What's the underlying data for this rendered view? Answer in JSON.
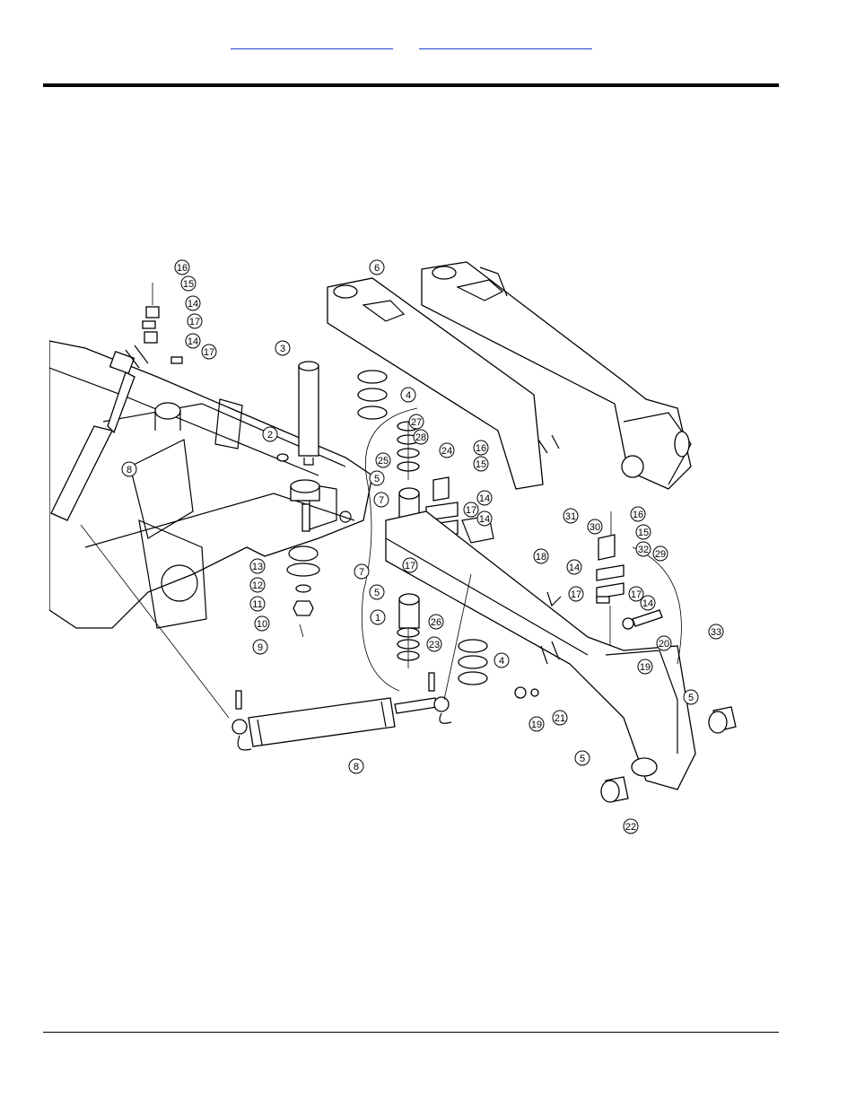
{
  "header": {
    "links": [
      {
        "label": ""
      },
      {
        "label": ""
      }
    ]
  },
  "diagram": {
    "callouts": [
      {
        "id": "c16a",
        "num": "16"
      },
      {
        "id": "c15a",
        "num": "15"
      },
      {
        "id": "c14a",
        "num": "14"
      },
      {
        "id": "c17a",
        "num": "17"
      },
      {
        "id": "c14b",
        "num": "14"
      },
      {
        "id": "c17b",
        "num": "17"
      },
      {
        "id": "c6",
        "num": "6"
      },
      {
        "id": "c3",
        "num": "3"
      },
      {
        "id": "c4a",
        "num": "4"
      },
      {
        "id": "c2",
        "num": "2"
      },
      {
        "id": "c8a",
        "num": "8"
      },
      {
        "id": "c27",
        "num": "27"
      },
      {
        "id": "c28",
        "num": "28"
      },
      {
        "id": "c24",
        "num": "24"
      },
      {
        "id": "c16b",
        "num": "16"
      },
      {
        "id": "c15b",
        "num": "15"
      },
      {
        "id": "c25",
        "num": "25"
      },
      {
        "id": "c5a",
        "num": "5"
      },
      {
        "id": "c7a",
        "num": "7"
      },
      {
        "id": "c14c",
        "num": "14"
      },
      {
        "id": "c17c",
        "num": "17"
      },
      {
        "id": "c14d",
        "num": "14"
      },
      {
        "id": "c17d",
        "num": "17"
      },
      {
        "id": "c7b",
        "num": "7"
      },
      {
        "id": "c13",
        "num": "13"
      },
      {
        "id": "c12",
        "num": "12"
      },
      {
        "id": "c11",
        "num": "11"
      },
      {
        "id": "c10",
        "num": "10"
      },
      {
        "id": "c9",
        "num": "9"
      },
      {
        "id": "c31",
        "num": "31"
      },
      {
        "id": "c30",
        "num": "30"
      },
      {
        "id": "c16c",
        "num": "16"
      },
      {
        "id": "c15c",
        "num": "15"
      },
      {
        "id": "c32",
        "num": "32"
      },
      {
        "id": "c29",
        "num": "29"
      },
      {
        "id": "c18",
        "num": "18"
      },
      {
        "id": "c14e",
        "num": "14"
      },
      {
        "id": "c17e",
        "num": "17"
      },
      {
        "id": "c17f",
        "num": "17"
      },
      {
        "id": "c14f",
        "num": "14"
      },
      {
        "id": "c5b",
        "num": "5"
      },
      {
        "id": "c1",
        "num": "1"
      },
      {
        "id": "c26",
        "num": "26"
      },
      {
        "id": "c23",
        "num": "23"
      },
      {
        "id": "c20",
        "num": "20"
      },
      {
        "id": "c33",
        "num": "33"
      },
      {
        "id": "c19a",
        "num": "19"
      },
      {
        "id": "c4b",
        "num": "4"
      },
      {
        "id": "c19b",
        "num": "19"
      },
      {
        "id": "c21",
        "num": "21"
      },
      {
        "id": "c5c",
        "num": "5"
      },
      {
        "id": "c8b",
        "num": "8"
      },
      {
        "id": "c5d",
        "num": "5"
      },
      {
        "id": "c22",
        "num": "22"
      }
    ]
  }
}
